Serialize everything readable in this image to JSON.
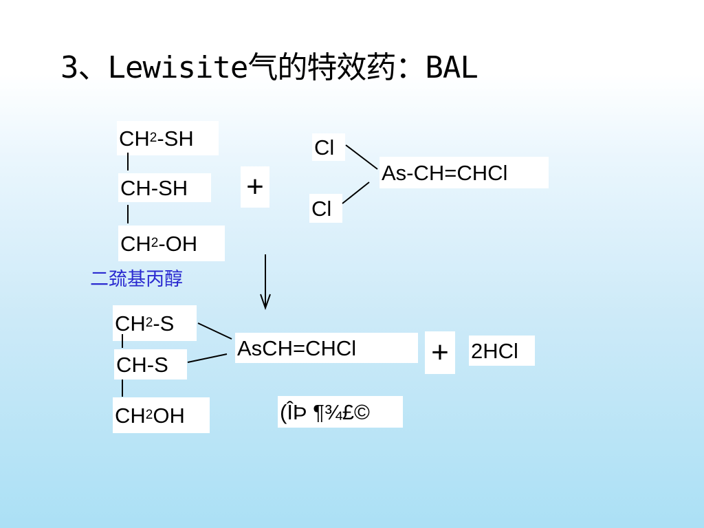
{
  "slide": {
    "title": "3、Lewisite气的特效药：BAL"
  },
  "reactant_bal": {
    "row1_main": "CH",
    "row1_sub": "2",
    "row1_rest": "-SH",
    "row2": "CH-SH",
    "row3_main": "CH",
    "row3_sub": "2",
    "row3_rest": "-OH",
    "name": "二巯基丙醇"
  },
  "plus_sign": "+",
  "reactant_lewisite": {
    "cl_top": "Cl",
    "cl_bottom": "Cl",
    "chain": "As-CH=CHCl"
  },
  "product_complex": {
    "row1_main": "CH",
    "row1_sub": "2",
    "row1_rest": "-S",
    "row2": "CH-S",
    "row3_main": "CH",
    "row3_sub": "2",
    "row3_rest": "OH",
    "chain": "AsCH=CHCl"
  },
  "product_plus": "+",
  "product_hcl": "2HCl",
  "garbled_label": "(ÎÞ ¶¾£©",
  "colors": {
    "name_label": "#2a2ad0",
    "background_bottom": "#abe0f5",
    "text": "#000000"
  }
}
